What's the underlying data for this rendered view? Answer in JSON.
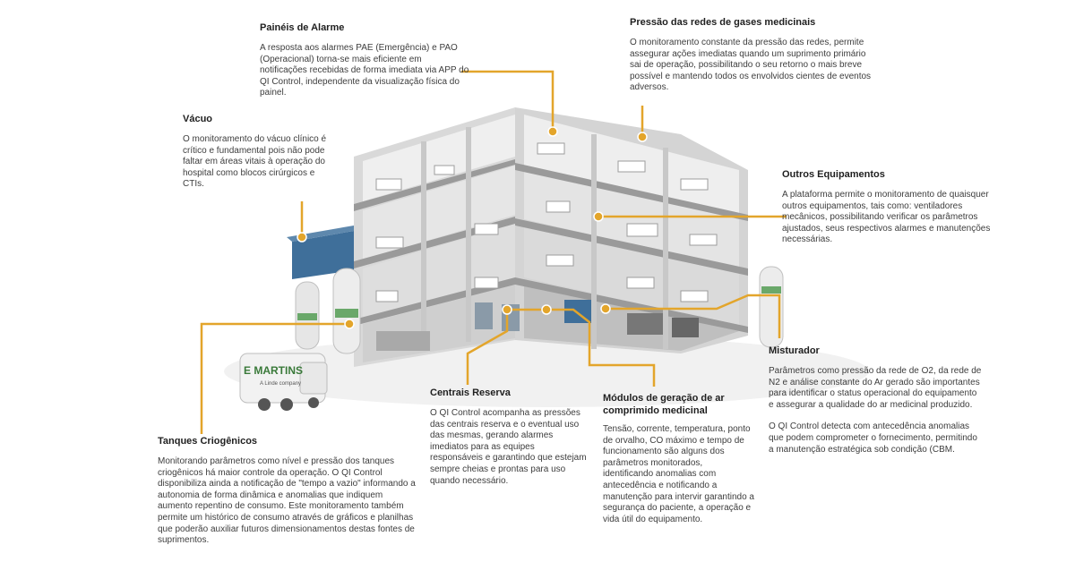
{
  "colors": {
    "accent": "#e3a52b",
    "wall": "#e9e9e9",
    "floor": "#bdbdbd",
    "dark_wall": "#8a8a8a",
    "tank_blue": "#3f6f9a"
  },
  "icons": [
    "callout-dot-icon"
  ],
  "callouts": {
    "paineis": {
      "title": "Painéis de Alarme",
      "text": "A resposta aos alarmes PAE (Emergência) e PAO (Operacional) torna-se mais eficiente em notificações recebidas de forma imediata via APP do QI Control, independente da visualização física do painel."
    },
    "pressao": {
      "title": "Pressão das redes de gases medicinais",
      "text": "O monitoramento constante da pressão das redes, permite assegurar ações imediatas quando um suprimento primário sai de operação, possibilitando o seu retorno o mais breve possível e mantendo todos os envolvidos cientes de eventos adversos."
    },
    "vacuo": {
      "title": "Vácuo",
      "text": "O monitoramento do vácuo clínico é crítico e fundamental pois não pode faltar em áreas vitais à operação do hospital como blocos cirúrgicos e CTIs."
    },
    "outros": {
      "title": "Outros Equipamentos",
      "text": "A plataforma permite o monitoramento de quaisquer outros equipamentos, tais como: ventiladores mecânicos, possibilitando verificar os parâmetros ajustados, seus respectivos alarmes e manutenções necessárias."
    },
    "misturador": {
      "title": "Misturador",
      "text": "Parâmetros como pressão da rede de O2, da rede de N2 e análise constante do Ar gerado são importantes para identificar o status operacional do equipamento e assegurar a qualidade do ar medicinal produzido.",
      "text2": "O QI Control detecta com antecedência anomalias que podem comprometer o fornecimento, permitindo a manutenção estratégica sob condição (CBM."
    },
    "centrais": {
      "title": "Centrais Reserva",
      "text": "O QI Control acompanha as pressões das centrais reserva e o eventual uso das mesmas, gerando alarmes imediatos para as equipes responsáveis e garantindo que estejam sempre cheias e prontas para uso quando necessário."
    },
    "modulos": {
      "title": "Módulos de geração de ar comprimido medicinal",
      "text": "Tensão, corrente, temperatura, ponto de orvalho, CO máximo e tempo de funcionamento são alguns dos parâmetros monitorados, identificando anomalias com antecedência e notificando a manutenção para intervir garantindo a segurança do paciente, a operação e vida útil do equipamento."
    },
    "tanques": {
      "title": "Tanques Criogênicos",
      "text": "Monitorando parâmetros como nível e pressão dos tanques criogênicos há maior controle da operação. O QI Control disponibiliza ainda a notificação de \"tempo a vazio\" informando a autonomia de forma dinâmica e anomalias que indiquem aumento repentino de consumo. Este monitoramento também permite um histórico de consumo através de gráficos e planilhas que poderão auxiliar futuros dimensionamentos destas fontes de suprimentos."
    }
  },
  "truck": {
    "brand": "E MARTINS",
    "tagline": "A Linde company"
  }
}
